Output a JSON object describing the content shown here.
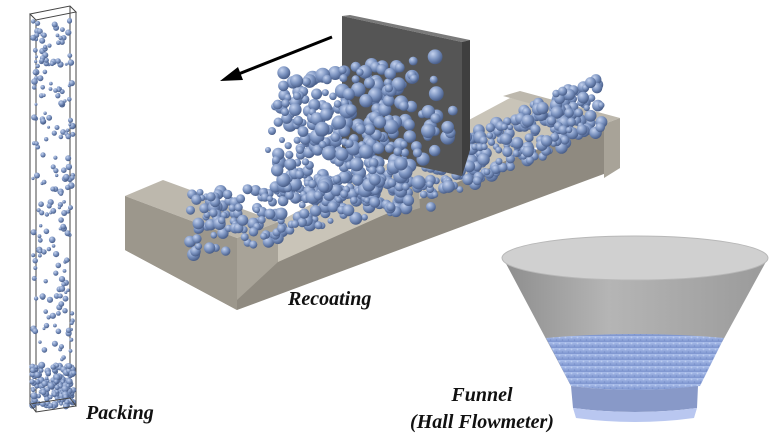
{
  "labels": {
    "packing": "Packing",
    "recoating": "Recoating",
    "funnel_line1": "Funnel",
    "funnel_line2": "(Hall Flowmeter)"
  },
  "colors": {
    "particle": "#7b93c0",
    "particle_highlight": "#c4d2ee",
    "particle_shadow": "#4a5f8a",
    "blade": "#555555",
    "substrate_top": "#b6b1a6",
    "substrate_front": "#8f8a80",
    "substrate_side": "#a39e93",
    "funnel_rim": "#d0d0d0",
    "funnel_body": "#a8a8a8",
    "funnel_powder": "#8fa8e0",
    "arrow": "#000000"
  }
}
